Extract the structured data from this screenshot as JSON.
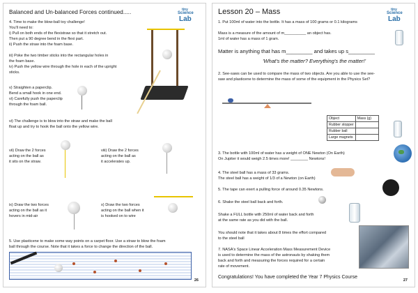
{
  "left": {
    "title": "Balanced and Un-balanced Forces continued.....",
    "logo": {
      "tiny": "tiny",
      "science": "Science",
      "lab": "Lab"
    },
    "intro": [
      "4. Time to make the blow-ball toy challenge!",
      "You'll need to:",
      "i) Pull on both ends of the flexistraw so that it stretch out.",
      "Then put a 90 degree bend in the flexi part.",
      "ii) Push the straw into the foam base."
    ],
    "steps_b": [
      "iii) Poke the two timber sticks into the rectangular holes in",
      "the foam base.",
      "iv) Push the yellow wire through the hole in each of the upright",
      "sticks."
    ],
    "steps_c": [
      "v) Straighten a paperclip.",
      "Bend a small hook in one end.",
      "vi) Carefully push the paperclip",
      " through the foam ball."
    ],
    "challenge": [
      "vi) The challenge is to blow into the straw and make the ball",
      "float up and try to hook the ball onto the yellow wire."
    ],
    "draw": [
      [
        "vii) Draw the 2 forces",
        "acting on the ball as",
        "it sits on the straw."
      ],
      [
        "viii) Draw the 2 forces",
        "acting on the ball as",
        "it accelerates up."
      ],
      [
        "ix) Draw the two forces",
        "acting on the ball as it",
        "hovers in mid-air"
      ],
      [
        "x) Draw the two forces",
        "acting on the ball when it",
        "is hooked on to wire"
      ]
    ],
    "course": [
      "5. Use plasticene to make some way points on a carpet floor. Use a straw to blow the foam",
      "ball through the course. Note that it takes a force to change the direction of the ball."
    ],
    "page_number": "26"
  },
  "right": {
    "title": "Lesson 20 – Mass",
    "logo": {
      "tiny": "tiny",
      "science": "Science",
      "lab": "Lab"
    },
    "s1": [
      "1. Put 100ml of water into the bottle. It has a mass of 100 grams or 0.1 kilograms"
    ],
    "mass_def": [
      "Mass is a measure of the amount of m__________ an object has.",
      "1ml of water has a mass of 1 gram."
    ],
    "matter": "Matter is anything that has m_________ and takes up s_________",
    "quote": "'What's the matter? Everything's the matter!'",
    "s2": [
      "2. See-saws can be used to compare the mass of two objects. Are you able to use the see-",
      "saw and plasticene to determine the mass of some of the equipment in the Physics Set?"
    ],
    "table": {
      "headers": [
        "Object",
        "Mass (g)"
      ],
      "rows": [
        [
          "Rubber stopper",
          ""
        ],
        [
          "Rubber ball",
          ""
        ],
        [
          "Large magnets",
          ""
        ]
      ]
    },
    "s3": [
      "3. The bottle with 100ml of water has a weight of ONE Newton (On Earth)",
      "On Jupiter it would weigh 2.5 times more! ________ Newtons!"
    ],
    "s4": [
      "4. The steel ball has a mass of 33 grams.",
      "The steel ball has a weight of 1/3 of a Newton (on Earth)"
    ],
    "s5": [
      "5. The tape can exert a pulling force of around 0.35 Newtons."
    ],
    "s6": [
      "6. Shake the steel ball back and forth."
    ],
    "s6b": [
      "Shake a FULL bottle with 250ml of water back and forth",
      "at the same rate as you did with the ball."
    ],
    "s6c": [
      "You should note that it takes about 8 times the effort compared",
      "to the steel ball"
    ],
    "s7": [
      "7. NASA's Space Linear Acceleration Mass Measurement Device",
      "is used to determine the mass of the astronauts by shaking them",
      "back and forth and measuring the forces required for a certain",
      "rate of movement."
    ],
    "congrats": "Congratulations! You have completed the Year 7 Physics Course",
    "page_number": "27"
  }
}
